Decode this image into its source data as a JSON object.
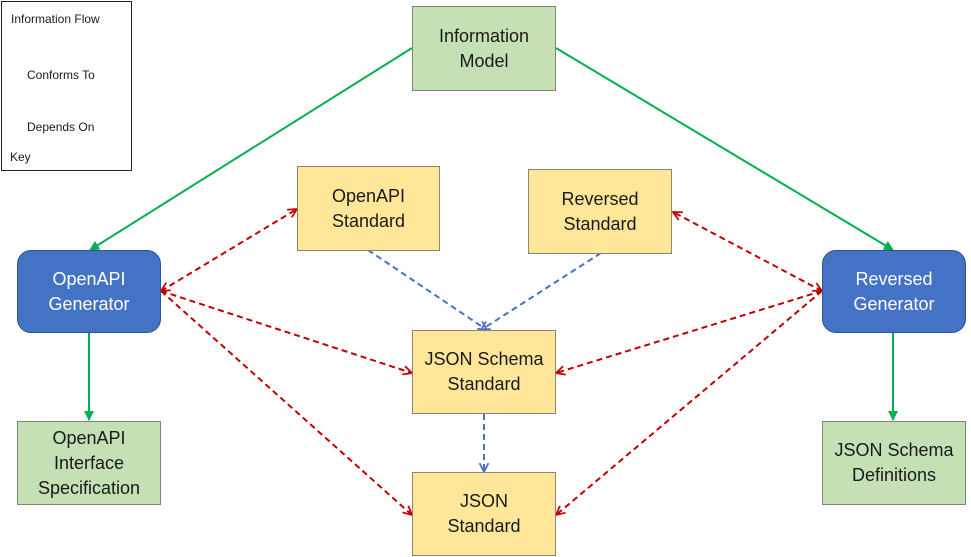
{
  "legend": {
    "information_flow": "Information Flow",
    "conforms_to": "Conforms To",
    "depends_on": "Depends On",
    "key": "Key"
  },
  "nodes": {
    "information_model": "Information\nModel",
    "openapi_standard": "OpenAPI\nStandard",
    "reversed_standard": "Reversed\nStandard",
    "openapi_generator": "OpenAPI\nGenerator",
    "reversed_generator": "Reversed\nGenerator",
    "json_schema_standard": "JSON Schema\nStandard",
    "json_standard": "JSON\nStandard",
    "openapi_interface_spec": "OpenAPI\nInterface\nSpecification",
    "json_schema_definitions": "JSON Schema\nDefinitions"
  },
  "colors": {
    "information_flow": "#00b050",
    "conforms_to": "#c00000",
    "depends_on": "#4472c4",
    "green_box": "#c5e0b4",
    "yellow_box": "#ffe699",
    "blue_box": "#4472c4"
  }
}
